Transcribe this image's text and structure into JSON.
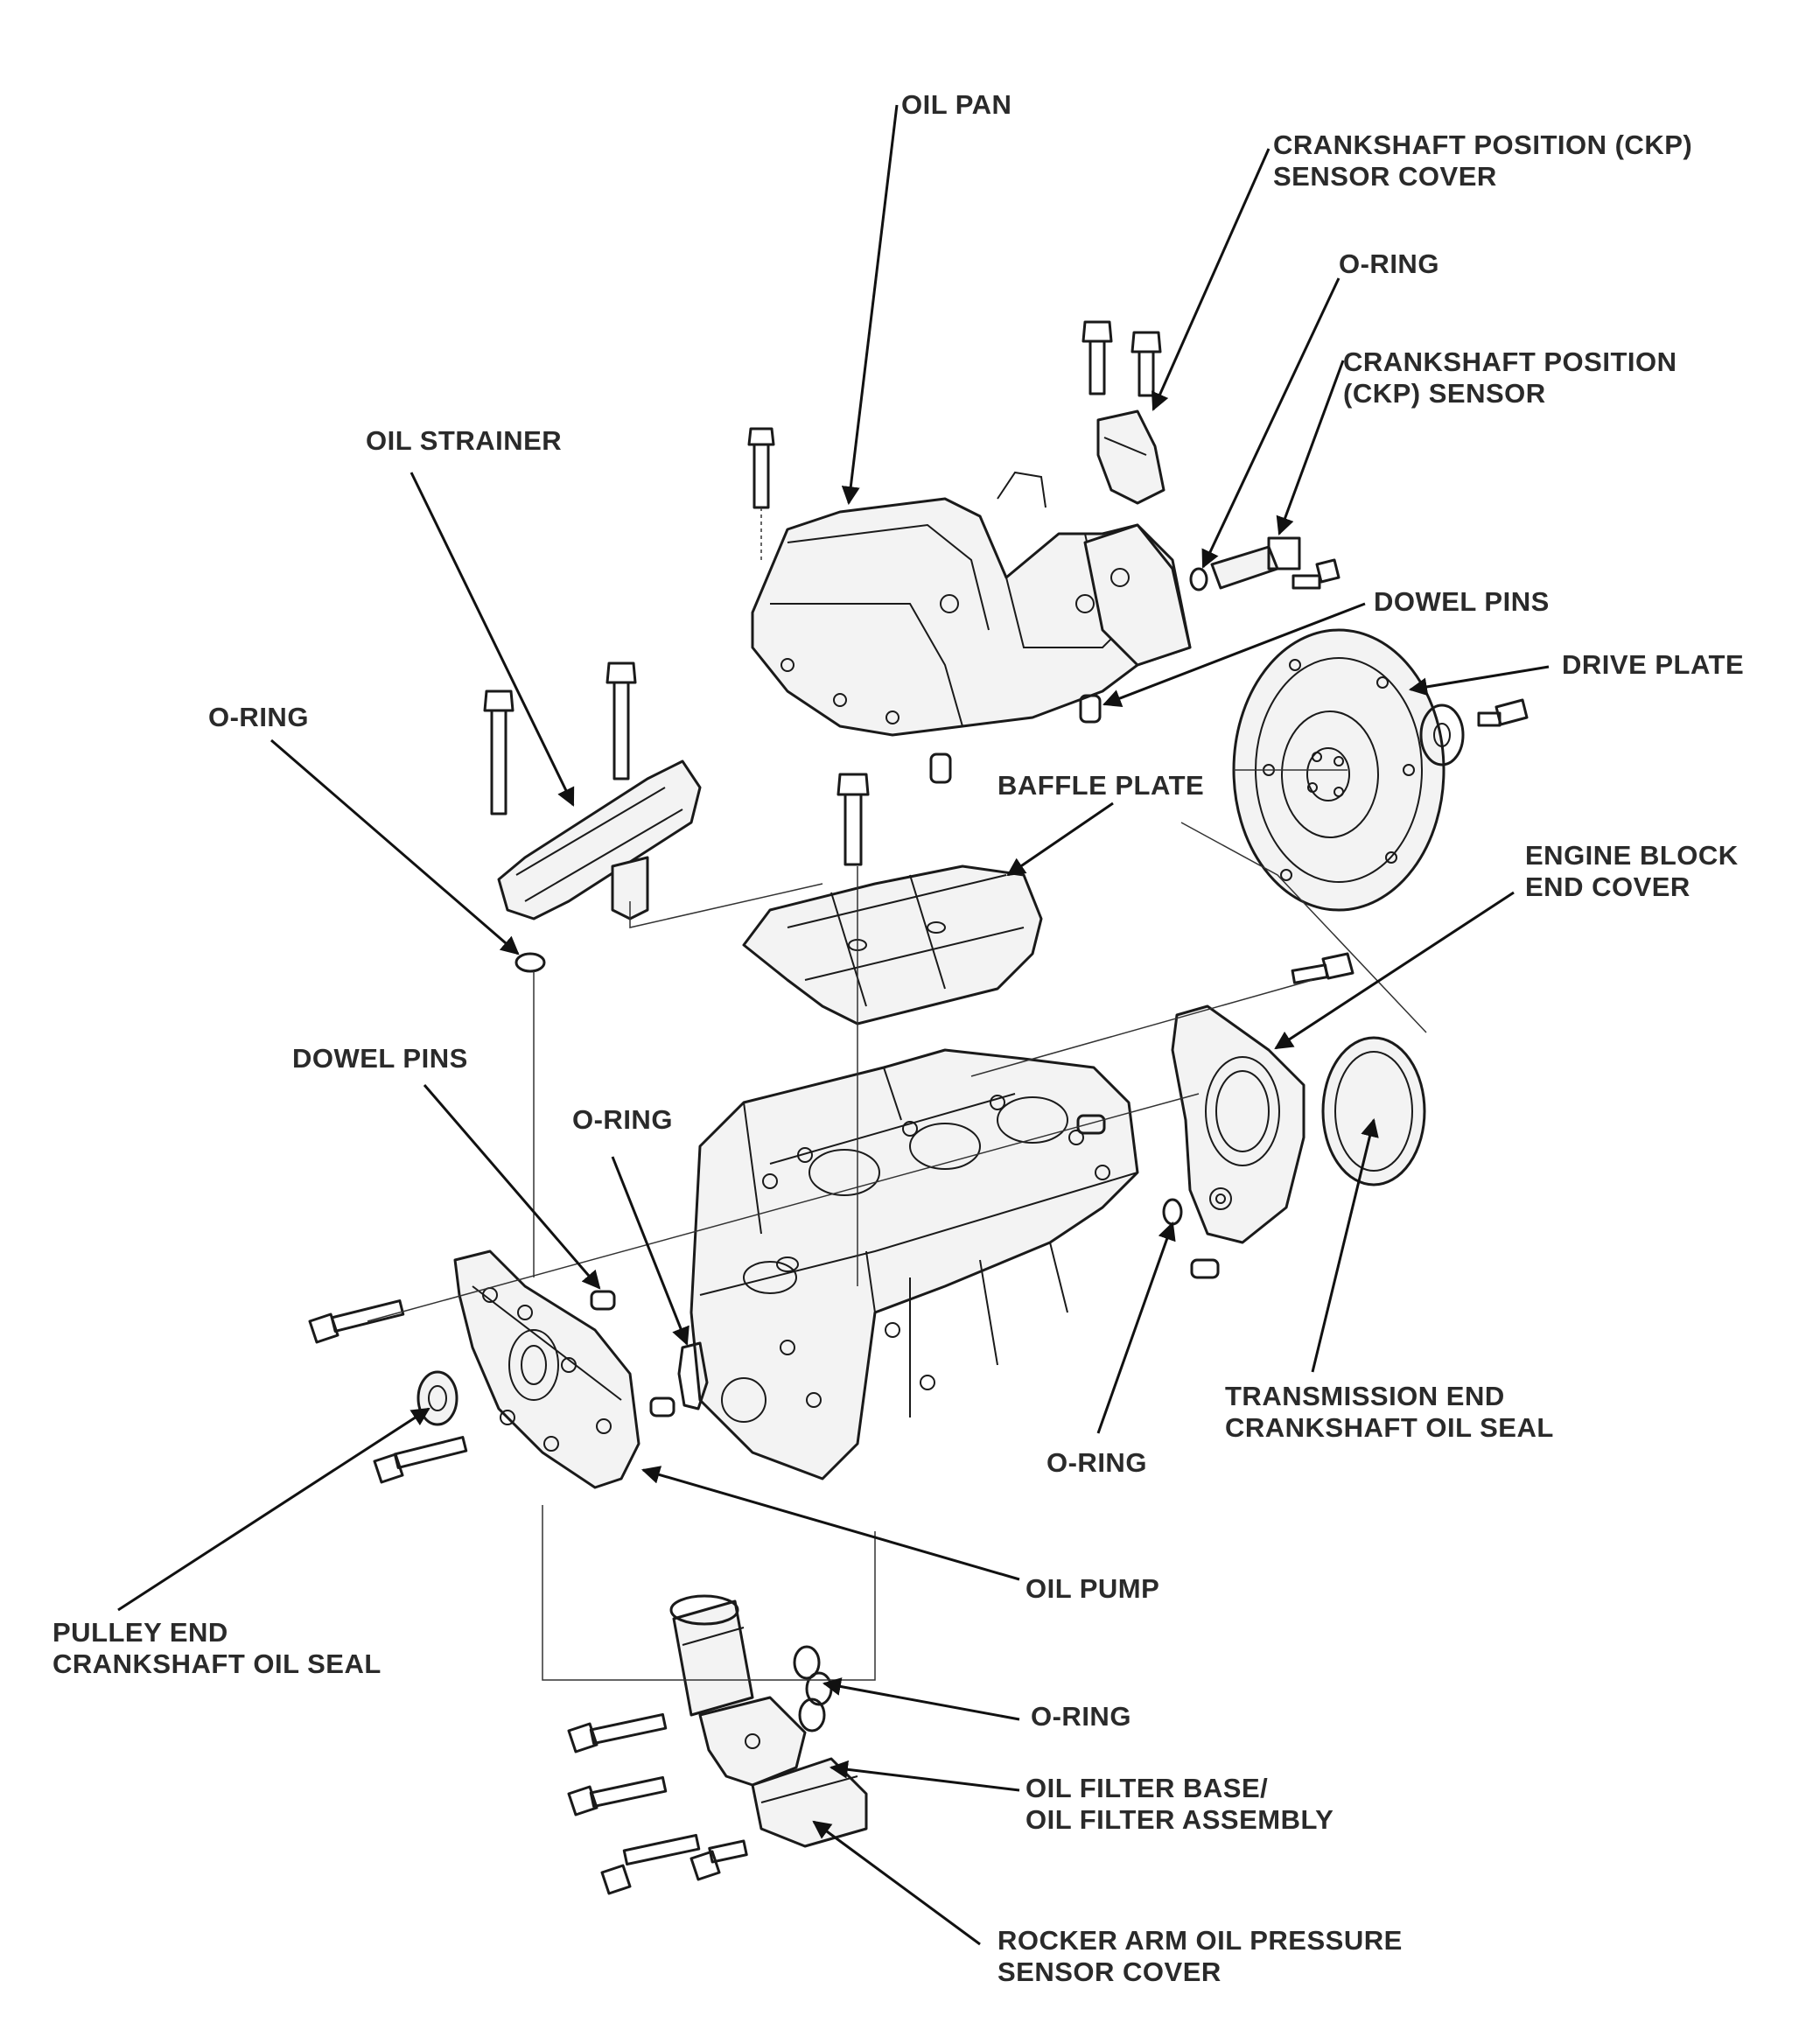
{
  "labels": {
    "oil_pan": "OIL PAN",
    "ckp_sensor_cover_1": "CRANKSHAFT POSITION (CKP)",
    "ckp_sensor_cover_2": "SENSOR COVER",
    "o_ring_top": "O-RING",
    "ckp_sensor_1": "CRANKSHAFT POSITION",
    "ckp_sensor_2": "(CKP) SENSOR",
    "oil_strainer": "OIL STRAINER",
    "dowel_pins_top": "DOWEL PINS",
    "drive_plate": "DRIVE PLATE",
    "o_ring_left": "O-RING",
    "baffle_plate": "BAFFLE PLATE",
    "engine_block_end_cover_1": "ENGINE BLOCK",
    "engine_block_end_cover_2": "END COVER",
    "dowel_pins_left": "DOWEL PINS",
    "o_ring_middle": "O-RING",
    "transmission_seal_1": "TRANSMISSION END",
    "transmission_seal_2": "CRANKSHAFT OIL SEAL",
    "o_ring_right": "O-RING",
    "oil_pump": "OIL PUMP",
    "pulley_seal_1": "PULLEY END",
    "pulley_seal_2": "CRANKSHAFT OIL SEAL",
    "o_ring_bottom": "O-RING",
    "oil_filter_base_1": "OIL FILTER BASE/",
    "oil_filter_base_2": "OIL FILTER ASSEMBLY",
    "rocker_arm_cover_1": "ROCKER ARM OIL PRESSURE",
    "rocker_arm_cover_2": "SENSOR COVER"
  }
}
